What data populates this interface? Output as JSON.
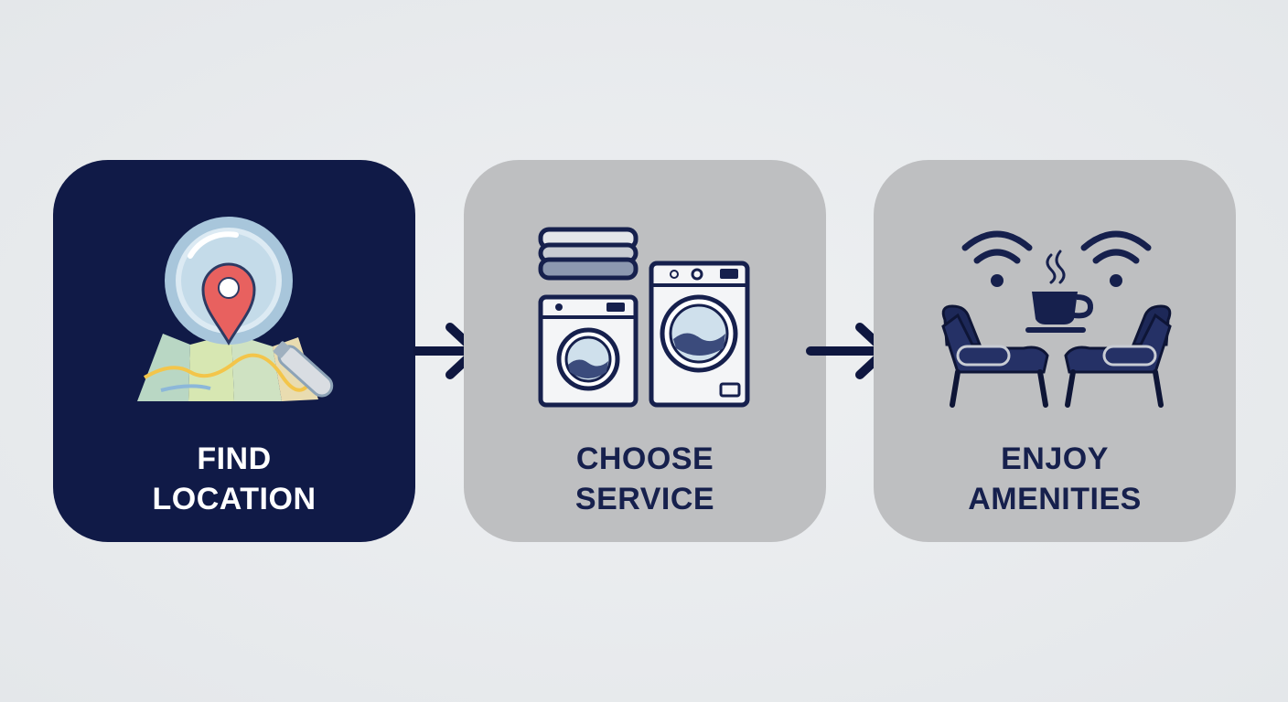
{
  "steps": [
    {
      "line1": "FIND",
      "line2": "LOCATION",
      "icon": "map-search-icon",
      "state": "active"
    },
    {
      "line1": "CHOOSE",
      "line2": "SERVICE",
      "icon": "laundry-machines-icon",
      "state": "inactive"
    },
    {
      "line1": "ENJOY",
      "line2": "AMENITIES",
      "icon": "lounge-amenities-icon",
      "state": "inactive"
    }
  ],
  "colors": {
    "background": "#e4e7ea",
    "active_card": "#101a47",
    "inactive_card": "#bebfc1",
    "navy": "#16204d",
    "pin": "#e8615f"
  }
}
